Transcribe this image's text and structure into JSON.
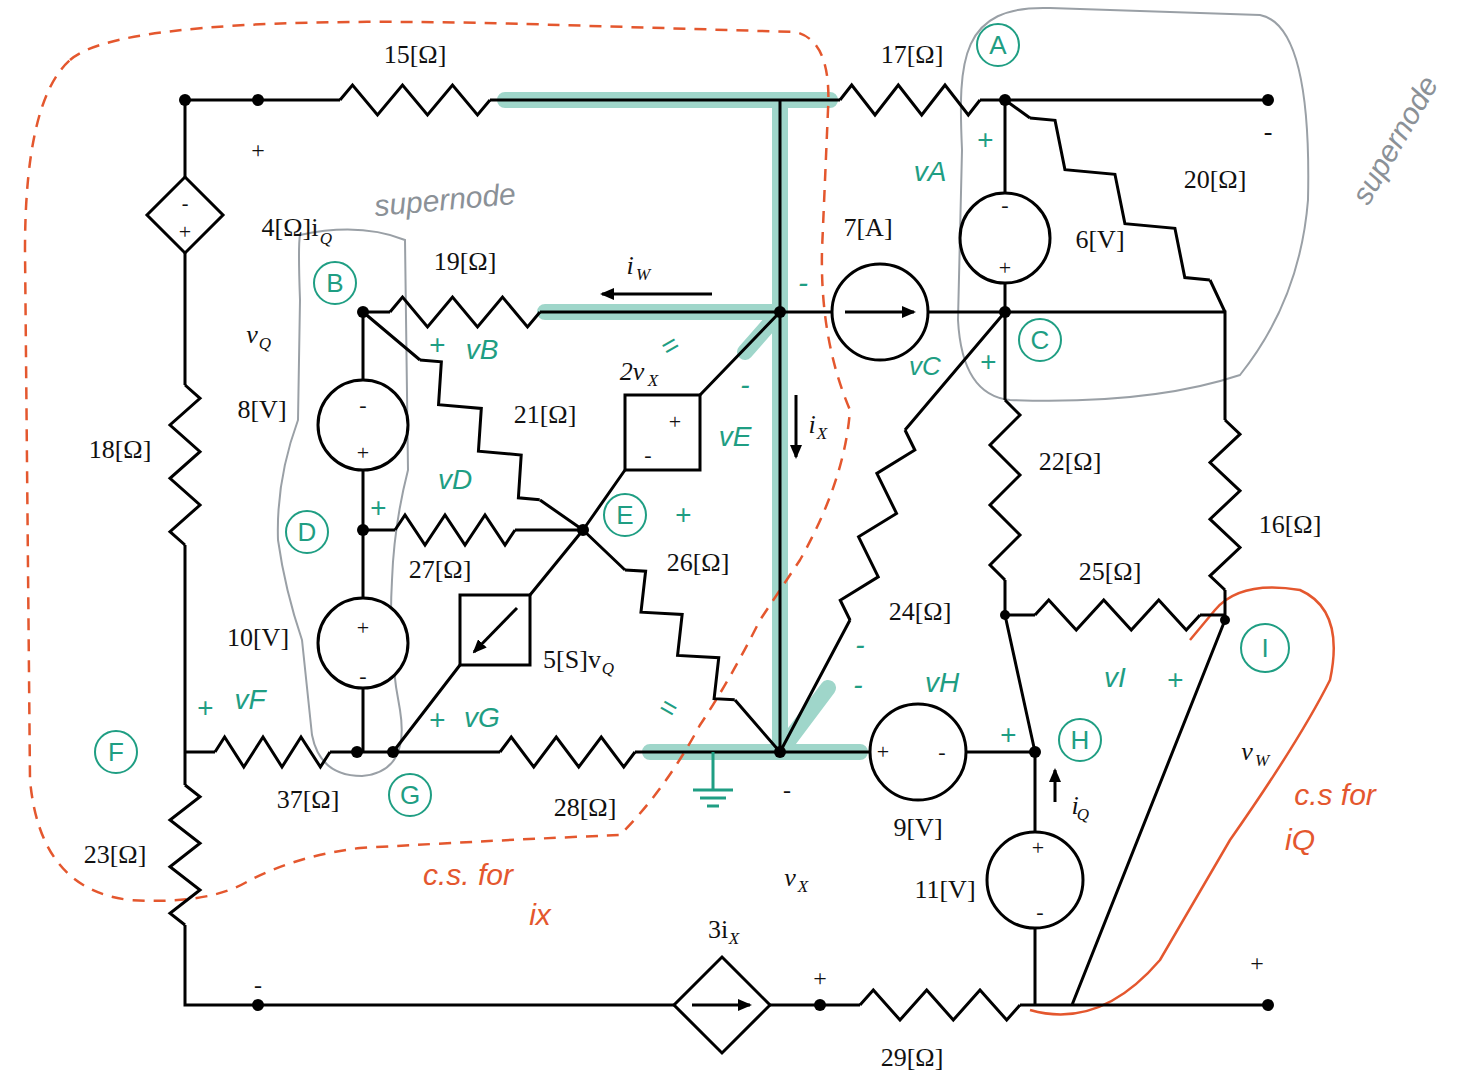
{
  "diagram": {
    "nodes": [
      {
        "text": [
          "A"
        ]
      },
      {
        "text": [
          "B"
        ]
      },
      {
        "text": [
          "C"
        ]
      },
      {
        "text": [
          "D"
        ]
      },
      {
        "text": [
          "E"
        ]
      },
      {
        "text": [
          "F"
        ]
      },
      {
        "text": [
          "G"
        ]
      },
      {
        "text": [
          "H"
        ]
      },
      {
        "text": [
          "I"
        ]
      }
    ],
    "labels": [
      "15[Ω]",
      "17[Ω]",
      "supernode",
      "-",
      "+",
      "+",
      "vA",
      "supernode",
      "-",
      "4[Ω]i",
      "Q",
      "7[A]",
      "-",
      "6[V]",
      "20[Ω]",
      "+",
      "19[Ω]",
      "i",
      "W",
      "+",
      "-",
      "v",
      "Q",
      "+",
      "=",
      "vB",
      "vC",
      "+",
      "2v",
      "X",
      "-",
      "8[V]",
      "-",
      "21[Ω]",
      "+",
      "i",
      "X",
      "vE",
      "18[Ω]",
      "+",
      "-",
      "22[Ω]",
      "vD",
      "+",
      "+",
      "16[Ω]",
      "26[Ω]",
      "27[Ω]",
      "25[Ω]",
      "24[Ω]",
      "+",
      "10[V]",
      "-",
      "5[S]v",
      "Q",
      "-",
      "vI",
      "+",
      "vH",
      "-",
      "+",
      "vF",
      "=",
      "+",
      "vG",
      "+",
      "+",
      "-",
      "v",
      "W",
      "-",
      "37[Ω]",
      "c.s for",
      "i",
      "Q",
      "28[Ω]",
      "9[V]",
      "iQ",
      "+",
      "23[Ω]",
      "c.s. for",
      "v",
      "X",
      "11[V]",
      "ix",
      "-",
      "3i",
      "X",
      "+",
      "+",
      "-",
      "29[Ω]"
    ]
  }
}
